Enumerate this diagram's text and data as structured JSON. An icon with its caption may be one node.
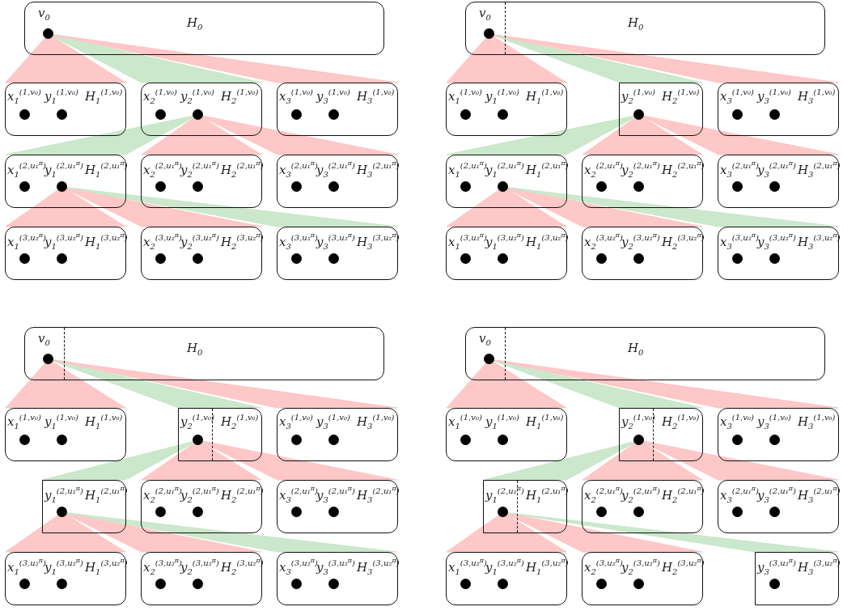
{
  "diagram": {
    "nodes": [
      {
        "text": [
          "H$_{0}$"
        ]
      },
      {
        "text": [
          "v$_{0}$"
        ],
        "in": 0
      },
      {
        "text": [
          "H$_{1}$$^{(1,v₀)}$"
        ]
      },
      {
        "text": [
          "x$_{1}$$^{(1,v₀)}$"
        ],
        "in": 2
      },
      {
        "text": [
          "y$_{1}$$^{(1,v₀)}$"
        ],
        "in": 2
      },
      {
        "text": [
          "H$_{2}$$^{(1,v₀)}$"
        ]
      },
      {
        "text": [
          "x$_{2}$$^{(1,v₀)}$"
        ],
        "in": 5
      },
      {
        "text": [
          "y$_{2}$$^{(1,v₀)}$"
        ],
        "in": 5
      },
      {
        "text": [
          "H$_{3}$$^{(1,v₀)}$"
        ]
      },
      {
        "text": [
          "x$_{3}$$^{(1,v₀)}$"
        ],
        "in": 8
      },
      {
        "text": [
          "y$_{3}$$^{(1,v₀)}$"
        ],
        "in": 8
      },
      {
        "text": [
          "H$_{1}$$^{(2,u₁}$$^{π}$$^{)}$"
        ]
      },
      {
        "text": [
          "x$_{1}$$^{(2,u₁}$$^{π}$$^{)}$"
        ],
        "in": 11
      },
      {
        "text": [
          "y$_{1}$$^{(2,u₁}$$^{π}$$^{)}$"
        ],
        "in": 11
      },
      {
        "text": [
          "H$_{2}$$^{(2,u₁}$$^{π}$$^{)}$"
        ]
      },
      {
        "text": [
          "x$_{2}$$^{(2,u₁}$$^{π}$$^{)}$"
        ],
        "in": 14
      },
      {
        "text": [
          "y$_{2}$$^{(2,u₁}$$^{π}$$^{)}$"
        ],
        "in": 14
      },
      {
        "text": [
          "H$_{3}$$^{(2,u₁}$$^{π}$$^{)}$"
        ]
      },
      {
        "text": [
          "x$_{3}$$^{(2,u₁}$$^{π}$$^{)}$"
        ],
        "in": 17
      },
      {
        "text": [
          "y$_{3}$$^{(2,u₁}$$^{π}$$^{)}$"
        ],
        "in": 17
      },
      {
        "text": [
          "H$_{1}$$^{(3,u₂}$$^{π}$$^{)}$"
        ]
      },
      {
        "text": [
          "x$_{1}$$^{(3,u₂}$$^{π}$$^{)}$"
        ],
        "in": 20
      },
      {
        "text": [
          "y$_{1}$$^{(3,u₂}$$^{π}$$^{)}$"
        ],
        "in": 20
      },
      {
        "text": [
          "H$_{2}$$^{(3,u₂}$$^{π}$$^{)}$"
        ]
      },
      {
        "text": [
          "x$_{2}$$^{(3,u₂}$$^{π}$$^{)}$"
        ],
        "in": 23
      },
      {
        "text": [
          "y$_{2}$$^{(3,u₂}$$^{π}$$^{)}$"
        ],
        "in": 23
      },
      {
        "text": [
          "H$_{3}$$^{(3,u₂}$$^{π}$$^{)}$"
        ]
      },
      {
        "text": [
          "x$_{3}$$^{(3,u₂}$$^{π}$$^{)}$"
        ],
        "in": 26
      },
      {
        "text": [
          "y$_{3}$$^{(3,u₂}$$^{π}$$^{)}$"
        ],
        "in": 26
      },
      {
        "text": [
          "H$_{0}$"
        ]
      },
      {
        "text": [
          "v$_{0}$"
        ],
        "in": 29
      },
      {
        "text": [
          "H$_{1}$$^{(1,v₀)}$"
        ]
      },
      {
        "text": [
          "x$_{1}$$^{(1,v₀)}$"
        ],
        "in": 31
      },
      {
        "text": [
          "y$_{1}$$^{(1,v₀)}$"
        ],
        "in": 31
      },
      {
        "text": [
          "H$_{2}$$^{(1,v₀)}$"
        ]
      },
      {
        "text": [
          "y$_{2}$$^{(1,v₀)}$"
        ],
        "in": 34
      },
      {
        "text": [
          "H$_{3}$$^{(1,v₀)}$"
        ]
      },
      {
        "text": [
          "x$_{3}$$^{(1,v₀)}$"
        ],
        "in": 36
      },
      {
        "text": [
          "y$_{3}$$^{(1,v₀)}$"
        ],
        "in": 36
      },
      {
        "text": [
          "H$_{1}$$^{(2,u₁}$$^{π}$$^{)}$"
        ]
      },
      {
        "text": [
          "x$_{1}$$^{(2,u₁}$$^{π}$$^{)}$"
        ],
        "in": 39
      },
      {
        "text": [
          "y$_{1}$$^{(2,u₁}$$^{π}$$^{)}$"
        ],
        "in": 39
      },
      {
        "text": [
          "H$_{2}$$^{(2,u₁}$$^{π}$$^{)}$"
        ]
      },
      {
        "text": [
          "x$_{2}$$^{(2,u₁}$$^{π}$$^{)}$"
        ],
        "in": 42
      },
      {
        "text": [
          "y$_{2}$$^{(2,u₁}$$^{π}$$^{)}$"
        ],
        "in": 42
      },
      {
        "text": [
          "H$_{3}$$^{(2,u₁}$$^{π}$$^{)}$"
        ]
      },
      {
        "text": [
          "x$_{3}$$^{(2,u₁}$$^{π}$$^{)}$"
        ],
        "in": 45
      },
      {
        "text": [
          "y$_{3}$$^{(2,u₁}$$^{π}$$^{)}$"
        ],
        "in": 45
      },
      {
        "text": [
          "H$_{1}$$^{(3,u₂}$$^{π}$$^{)}$"
        ]
      },
      {
        "text": [
          "x$_{1}$$^{(3,u₂}$$^{π}$$^{)}$"
        ],
        "in": 48
      },
      {
        "text": [
          "y$_{1}$$^{(3,u₂}$$^{π}$$^{)}$"
        ],
        "in": 48
      },
      {
        "text": [
          "H$_{2}$$^{(3,u₂}$$^{π}$$^{)}$"
        ]
      },
      {
        "text": [
          "x$_{2}$$^{(3,u₂}$$^{π}$$^{)}$"
        ],
        "in": 51
      },
      {
        "text": [
          "y$_{2}$$^{(3,u₂}$$^{π}$$^{)}$"
        ],
        "in": 51
      },
      {
        "text": [
          "H$_{3}$$^{(3,u₂}$$^{π}$$^{)}$"
        ]
      },
      {
        "text": [
          "x$_{3}$$^{(3,u₂}$$^{π}$$^{)}$"
        ],
        "in": 54
      },
      {
        "text": [
          "y$_{3}$$^{(3,u₂}$$^{π}$$^{)}$"
        ],
        "in": 54
      },
      {
        "text": [
          "H$_{0}$"
        ]
      },
      {
        "text": [
          "v$_{0}$"
        ],
        "in": 57
      },
      {
        "text": [
          "H$_{1}$$^{(1,v₀)}$"
        ]
      },
      {
        "text": [
          "x$_{1}$$^{(1,v₀)}$"
        ],
        "in": 59
      },
      {
        "text": [
          "y$_{1}$$^{(1,v₀)}$"
        ],
        "in": 59
      },
      {
        "text": [
          "H$_{2}$$^{(1,v₀)}$"
        ]
      },
      {
        "text": [
          "y$_{2}$$^{(1,v₀)}$"
        ],
        "in": 62
      },
      {
        "text": [
          "H$_{3}$$^{(1,v₀)}$"
        ]
      },
      {
        "text": [
          "x$_{3}$$^{(1,v₀)}$"
        ],
        "in": 64
      },
      {
        "text": [
          "y$_{3}$$^{(1,v₀)}$"
        ],
        "in": 64
      },
      {
        "text": [
          "H$_{1}$$^{(2,u₁}$$^{π}$$^{)}$"
        ]
      },
      {
        "text": [
          "y$_{1}$$^{(2,u₁}$$^{π}$$^{)}$"
        ],
        "in": 67
      },
      {
        "text": [
          "H$_{2}$$^{(2,u₁}$$^{π}$$^{)}$"
        ]
      },
      {
        "text": [
          "x$_{2}$$^{(2,u₁}$$^{π}$$^{)}$"
        ],
        "in": 69
      },
      {
        "text": [
          "y$_{2}$$^{(2,u₁}$$^{π}$$^{)}$"
        ],
        "in": 69
      },
      {
        "text": [
          "H$_{3}$$^{(2,u₁}$$^{π}$$^{)}$"
        ]
      },
      {
        "text": [
          "x$_{3}$$^{(2,u₁}$$^{π}$$^{)}$"
        ],
        "in": 72
      },
      {
        "text": [
          "y$_{3}$$^{(2,u₁}$$^{π}$$^{)}$"
        ],
        "in": 72
      },
      {
        "text": [
          "H$_{1}$$^{(3,u₂}$$^{π}$$^{)}$"
        ]
      },
      {
        "text": [
          "x$_{1}$$^{(3,u₂}$$^{π}$$^{)}$"
        ],
        "in": 75
      },
      {
        "text": [
          "y$_{1}$$^{(3,u₂}$$^{π}$$^{)}$"
        ],
        "in": 75
      },
      {
        "text": [
          "H$_{2}$$^{(3,u₂}$$^{π}$$^{)}$"
        ]
      },
      {
        "text": [
          "x$_{2}$$^{(3,u₂}$$^{π}$$^{)}$"
        ],
        "in": 78
      },
      {
        "text": [
          "y$_{2}$$^{(3,u₂}$$^{π}$$^{)}$"
        ],
        "in": 78
      },
      {
        "text": [
          "H$_{3}$$^{(3,u₂}$$^{π}$$^{)}$"
        ]
      },
      {
        "text": [
          "x$_{3}$$^{(3,u₂}$$^{π}$$^{)}$"
        ],
        "in": 81
      },
      {
        "text": [
          "y$_{3}$$^{(3,u₂}$$^{π}$$^{)}$"
        ],
        "in": 81
      },
      {
        "text": [
          "H$_{0}$"
        ]
      },
      {
        "text": [
          "v$_{0}$"
        ],
        "in": 84
      },
      {
        "text": [
          "H$_{1}$$^{(1,v₀)}$"
        ]
      },
      {
        "text": [
          "x$_{1}$$^{(1,v₀)}$"
        ],
        "in": 86
      },
      {
        "text": [
          "y$_{1}$$^{(1,v₀)}$"
        ],
        "in": 86
      },
      {
        "text": [
          "H$_{2}$$^{(1,v₀)}$"
        ]
      },
      {
        "text": [
          "y$_{2}$$^{(1,v₀)}$"
        ],
        "in": 89
      },
      {
        "text": [
          "H$_{3}$$^{(1,v₀)}$"
        ]
      },
      {
        "text": [
          "x$_{3}$$^{(1,v₀)}$"
        ],
        "in": 91
      },
      {
        "text": [
          "y$_{3}$$^{(1,v₀)}$"
        ],
        "in": 91
      },
      {
        "text": [
          "H$_{1}$$^{(2,u₁}$$^{π}$$^{)}$"
        ]
      },
      {
        "text": [
          "y$_{1}$$^{(2,u₁}$$^{π}$$^{)}$"
        ],
        "in": 94
      },
      {
        "text": [
          "H$_{2}$$^{(2,u₁}$$^{π}$$^{)}$"
        ]
      },
      {
        "text": [
          "x$_{2}$$^{(2,u₁}$$^{π}$$^{)}$"
        ],
        "in": 96
      },
      {
        "text": [
          "y$_{2}$$^{(2,u₁}$$^{π}$$^{)}$"
        ],
        "in": 96
      },
      {
        "text": [
          "H$_{3}$$^{(2,u₁}$$^{π}$$^{)}$"
        ]
      },
      {
        "text": [
          "x$_{3}$$^{(2,u₁}$$^{π}$$^{)}$"
        ],
        "in": 99
      },
      {
        "text": [
          "y$_{3}$$^{(2,u₁}$$^{π}$$^{)}$"
        ],
        "in": 99
      },
      {
        "text": [
          "H$_{1}$$^{(3,u₂}$$^{π}$$^{)}$"
        ]
      },
      {
        "text": [
          "x$_{1}$$^{(3,u₂}$$^{π}$$^{)}$"
        ],
        "in": 102
      },
      {
        "text": [
          "y$_{1}$$^{(3,u₂}$$^{π}$$^{)}$"
        ],
        "in": 102
      },
      {
        "text": [
          "H$_{2}$$^{(3,u₂}$$^{π}$$^{)}$"
        ]
      },
      {
        "text": [
          "x$_{2}$$^{(3,u₂}$$^{π}$$^{)}$"
        ],
        "in": 105
      },
      {
        "text": [
          "y$_{2}$$^{(3,u₂}$$^{π}$$^{)}$"
        ],
        "in": 105
      },
      {
        "text": [
          "H$_{3}$$^{(3,u₂}$$^{π}$$^{)}$"
        ]
      },
      {
        "text": [
          "y$_{3}$$^{(3,u₂}$$^{π}$$^{)}$"
        ],
        "in": 108
      }
    ],
    "edges": [
      {
        "from": 1,
        "to": 2,
        "arrow": "none"
      },
      {
        "from": 1,
        "to": 5,
        "arrow": "none",
        "color": "#c6e6c6"
      },
      {
        "from": 1,
        "to": 8,
        "arrow": "none"
      },
      {
        "from": 7,
        "to": 11,
        "arrow": "none",
        "color": "#c6e6c6"
      },
      {
        "from": 7,
        "to": 14,
        "arrow": "none"
      },
      {
        "from": 7,
        "to": 17,
        "arrow": "none"
      },
      {
        "from": 13,
        "to": 20,
        "arrow": "none"
      },
      {
        "from": 13,
        "to": 23,
        "arrow": "none"
      },
      {
        "from": 13,
        "to": 26,
        "arrow": "none",
        "color": "#c6e6c6"
      },
      {
        "from": 30,
        "to": 31,
        "arrow": "none"
      },
      {
        "from": 30,
        "to": 34,
        "arrow": "none",
        "color": "#c6e6c6"
      },
      {
        "from": 30,
        "to": 36,
        "arrow": "none"
      },
      {
        "from": 35,
        "to": 39,
        "arrow": "none",
        "color": "#c6e6c6"
      },
      {
        "from": 35,
        "to": 42,
        "arrow": "none"
      },
      {
        "from": 35,
        "to": 45,
        "arrow": "none"
      },
      {
        "from": 41,
        "to": 48,
        "arrow": "none"
      },
      {
        "from": 41,
        "to": 51,
        "arrow": "none"
      },
      {
        "from": 41,
        "to": 54,
        "arrow": "none",
        "color": "#c6e6c6"
      },
      {
        "from": 58,
        "to": 59,
        "arrow": "none"
      },
      {
        "from": 58,
        "to": 62,
        "arrow": "none",
        "color": "#c6e6c6"
      },
      {
        "from": 58,
        "to": 64,
        "arrow": "none"
      },
      {
        "from": 63,
        "to": 67,
        "arrow": "none",
        "color": "#c6e6c6"
      },
      {
        "from": 63,
        "to": 69,
        "arrow": "none"
      },
      {
        "from": 63,
        "to": 72,
        "arrow": "none"
      },
      {
        "from": 68,
        "to": 75,
        "arrow": "none"
      },
      {
        "from": 68,
        "to": 78,
        "arrow": "none"
      },
      {
        "from": 68,
        "to": 81,
        "arrow": "none",
        "color": "#c6e6c6"
      },
      {
        "from": 85,
        "to": 86,
        "arrow": "none"
      },
      {
        "from": 85,
        "to": 89,
        "arrow": "none",
        "color": "#c6e6c6"
      },
      {
        "from": 85,
        "to": 91,
        "arrow": "none"
      },
      {
        "from": 90,
        "to": 94,
        "arrow": "none",
        "color": "#c6e6c6"
      },
      {
        "from": 90,
        "to": 96,
        "arrow": "none"
      },
      {
        "from": 90,
        "to": 99,
        "arrow": "none"
      },
      {
        "from": 95,
        "to": 102,
        "arrow": "none"
      },
      {
        "from": 95,
        "to": 105,
        "arrow": "none"
      },
      {
        "from": 95,
        "to": 108,
        "arrow": "none",
        "color": "#c6e6c6"
      }
    ]
  }
}
